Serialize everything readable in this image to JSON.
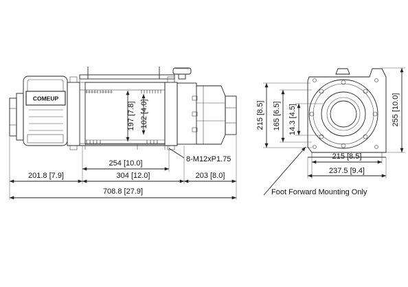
{
  "logo": "COMEUP",
  "side_view": {
    "dims": {
      "height_197": "197 [7.8]",
      "height_102": "102 [4.0]",
      "drum_254": "254 [10.0]",
      "motor_201": "201.8 [7.9]",
      "mount_304": "304 [12.0]",
      "gearbox_203": "203 [8.0]",
      "overall_708": "708.8 [27.9]",
      "bolt_spec": "8-M12xP1.75"
    }
  },
  "end_view": {
    "dims": {
      "height_215": "215 [8.5]",
      "height_165": "165 [6.5]",
      "height_143": "14.3 [4.5]",
      "height_255": "255 [10.0]",
      "width_215": "215 [8.5]",
      "width_237": "237.5 [9.4]"
    },
    "note": "Foot Forward Mounting Only"
  }
}
